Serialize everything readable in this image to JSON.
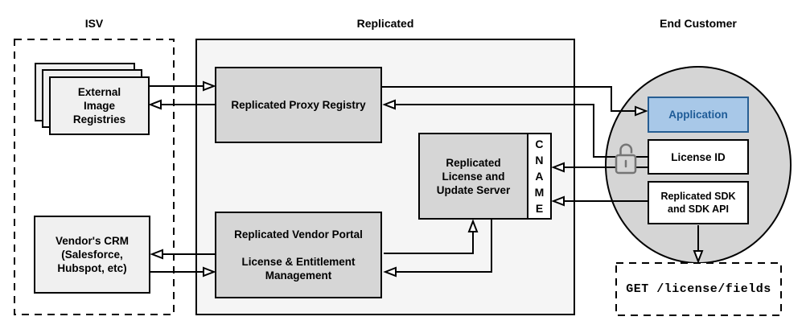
{
  "diagram": {
    "titles": {
      "isv": "ISV",
      "replicated": "Replicated",
      "end_customer": "End Customer"
    },
    "nodes": {
      "external_image_registries": {
        "label": "External\nImage\nRegistries"
      },
      "vendors_crm": {
        "label": "Vendor's CRM\n(Salesforce,\nHubspot, etc)"
      },
      "proxy_registry": {
        "label": "Replicated Proxy Registry"
      },
      "license_update_server": {
        "label": "Replicated\nLicense and\nUpdate Server"
      },
      "cname": {
        "label": "C\nN\nA\nM\nE"
      },
      "vendor_portal": {
        "label": "Replicated Vendor Portal\n\nLicense & Entitlement\nManagement"
      },
      "application": {
        "label": "Application"
      },
      "license_id": {
        "label": "License ID"
      },
      "replicated_sdk": {
        "label": "Replicated SDK\nand SDK API"
      },
      "get_endpoint": {
        "label": "GET /license/fields"
      }
    },
    "icons": {
      "lock": "unlocked-padlock-icon"
    },
    "edges": [
      {
        "from": "external_image_registries",
        "to": "proxy_registry"
      },
      {
        "from": "proxy_registry",
        "to": "external_image_registries"
      },
      {
        "from": "vendor_portal",
        "to": "vendors_crm"
      },
      {
        "from": "vendors_crm",
        "to": "vendor_portal"
      },
      {
        "from": "proxy_registry",
        "to": "application"
      },
      {
        "from": "license_id",
        "to": "proxy_registry"
      },
      {
        "from": "license_id",
        "to": "cname"
      },
      {
        "from": "replicated_sdk",
        "to": "cname"
      },
      {
        "from": "vendor_portal",
        "to": "license_update_server"
      },
      {
        "from": "license_update_server",
        "to": "vendor_portal"
      },
      {
        "from": "replicated_sdk",
        "to": "get_endpoint"
      }
    ],
    "colors": {
      "application_fill": "#a8c8e8",
      "application_border": "#275e93",
      "application_text": "#1e5b97",
      "inner_box_gray": "#d6d6d6",
      "container_gray": "#f5f5f5",
      "registry_box_gray": "#f0f0f0",
      "customer_circle_gray": "#d5d5d5",
      "stroke": "#000000",
      "lock_gray": "#757575"
    }
  }
}
